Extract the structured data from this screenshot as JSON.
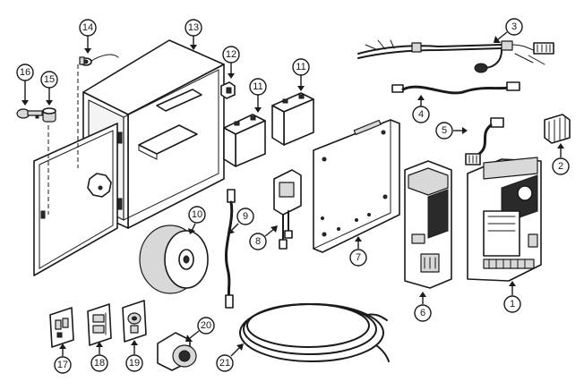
{
  "callouts": [
    {
      "id": "c1",
      "label": "1"
    },
    {
      "id": "c2",
      "label": "2"
    },
    {
      "id": "c3",
      "label": "3"
    },
    {
      "id": "c4",
      "label": "4"
    },
    {
      "id": "c5",
      "label": "5"
    },
    {
      "id": "c6",
      "label": "6"
    },
    {
      "id": "c7",
      "label": "7"
    },
    {
      "id": "c8",
      "label": "8"
    },
    {
      "id": "c9",
      "label": "9"
    },
    {
      "id": "c10",
      "label": "10"
    },
    {
      "id": "c11a",
      "label": "11"
    },
    {
      "id": "c11b",
      "label": "11"
    },
    {
      "id": "c12",
      "label": "12"
    },
    {
      "id": "c13",
      "label": "13"
    },
    {
      "id": "c14",
      "label": "14"
    },
    {
      "id": "c15",
      "label": "15"
    },
    {
      "id": "c16",
      "label": "16"
    },
    {
      "id": "c17",
      "label": "17"
    },
    {
      "id": "c18",
      "label": "18"
    },
    {
      "id": "c19",
      "label": "19"
    },
    {
      "id": "c20",
      "label": "20"
    },
    {
      "id": "c21",
      "label": "21"
    }
  ]
}
